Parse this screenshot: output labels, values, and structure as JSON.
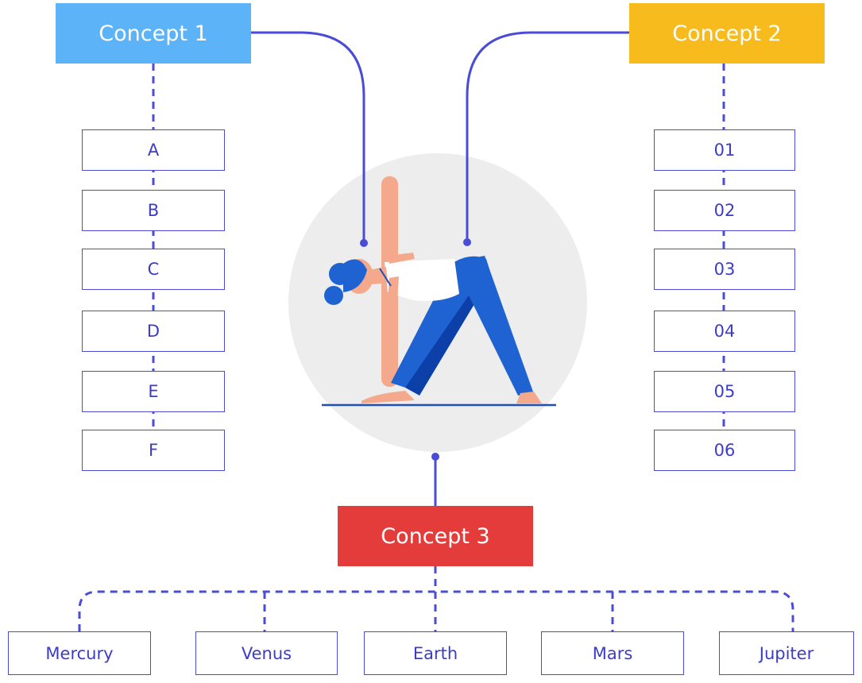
{
  "colors": {
    "concept1": "#5cb3f7",
    "concept2": "#f7bb1d",
    "concept3": "#e43b3b",
    "line": "#4a4bd6",
    "item_text": "#3b3cc9",
    "circle_bg": "#ededed",
    "skin": "#f4a98c",
    "hair": "#1f63d3",
    "pants_light": "#1f63d3",
    "pants_dark": "#0c3fa8",
    "shirt": "#ffffff"
  },
  "concepts": [
    {
      "label": "Concept 1"
    },
    {
      "label": "Concept 2"
    },
    {
      "label": "Concept 3"
    }
  ],
  "concept1_items": [
    "A",
    "B",
    "C",
    "D",
    "E",
    "F"
  ],
  "concept2_items": [
    "01",
    "02",
    "03",
    "04",
    "05",
    "06"
  ],
  "concept3_items": [
    "Mercury",
    "Venus",
    "Earth",
    "Mars",
    "Jupiter"
  ],
  "illustration": {
    "icon": "yoga-triangle-pose-illustration"
  }
}
